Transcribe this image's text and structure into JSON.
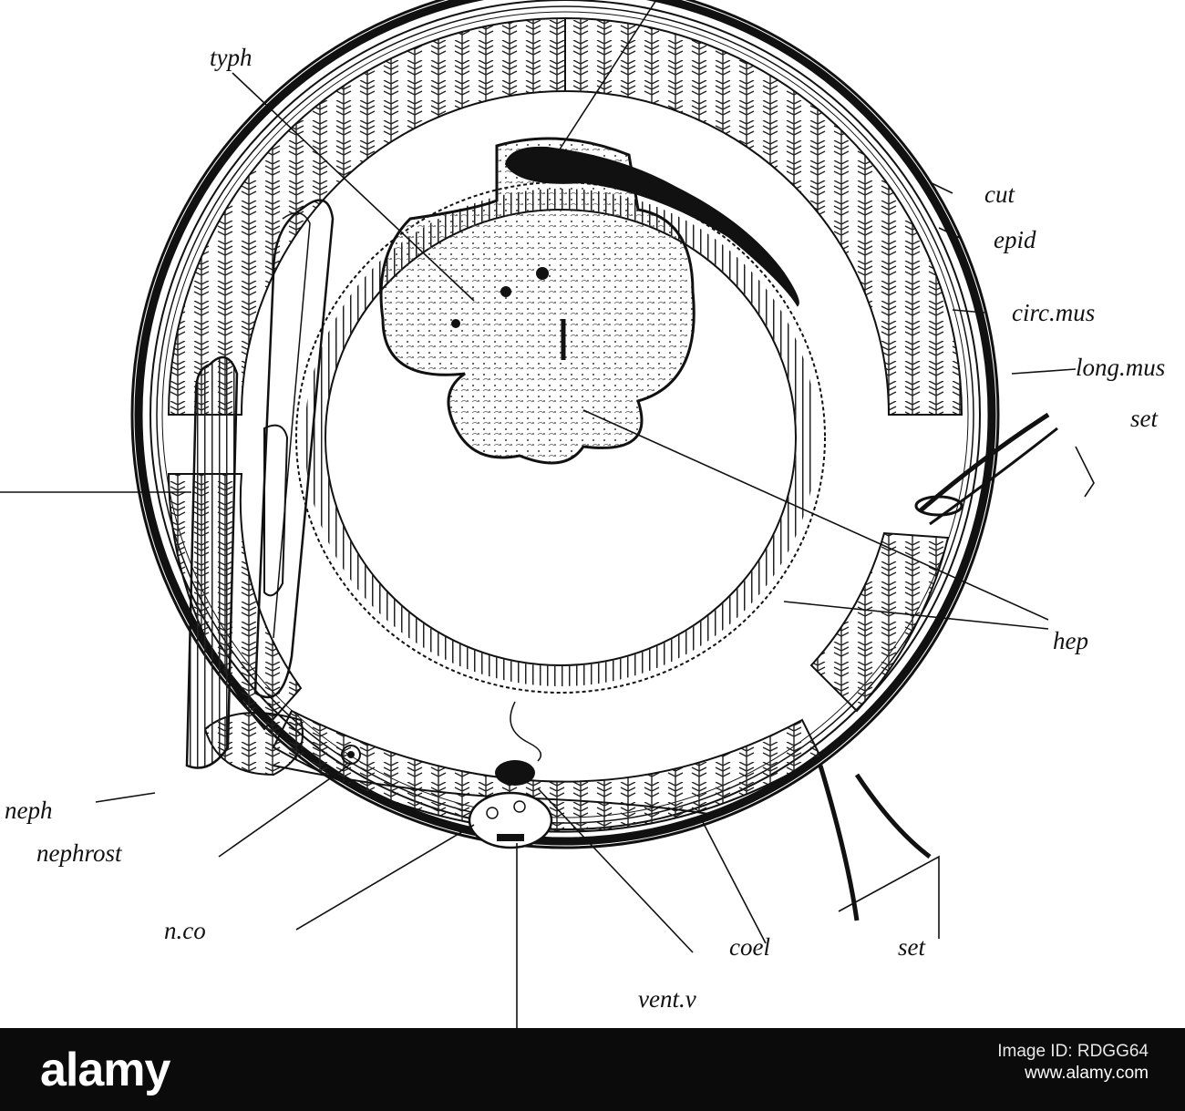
{
  "figure": {
    "labels": {
      "typh": "typh",
      "cut": "cut",
      "epid": "epid",
      "circ_mus": "circ.mus",
      "long_mus": "long.mus",
      "set_upper": "set",
      "hep": "hep",
      "neph": "neph",
      "nephrost": "nephrost",
      "n_co": "n.co",
      "coel": "coel",
      "set_lower": "set",
      "vent_v": "vent.v"
    }
  },
  "footer": {
    "logo": "alamy",
    "image_id_label": "Image ID: RDGG64",
    "url": "www.alamy.com"
  },
  "colors": {
    "ink": "#111111",
    "footer_bg": "#0b0b0b",
    "footer_text": "#ffffff"
  }
}
